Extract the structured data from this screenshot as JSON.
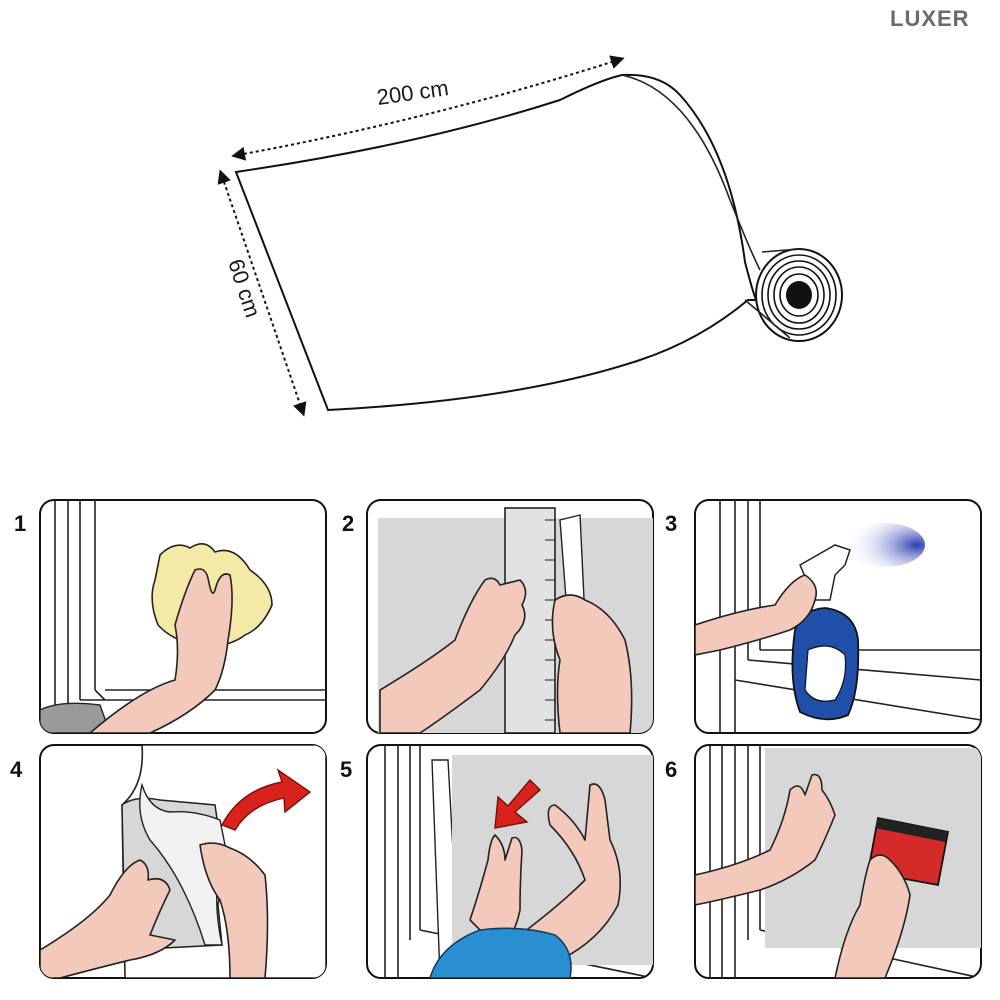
{
  "brand": {
    "logo_text": "LUXER"
  },
  "dimensions": {
    "length_label": "200 cm",
    "width_label": "60 cm"
  },
  "steps": [
    {
      "number": "1",
      "icon": "cleaning-cloth-icon"
    },
    {
      "number": "2",
      "icon": "ruler-cutter-icon"
    },
    {
      "number": "3",
      "icon": "spray-bottle-icon"
    },
    {
      "number": "4",
      "icon": "peel-backing-icon"
    },
    {
      "number": "5",
      "icon": "apply-film-icon"
    },
    {
      "number": "6",
      "icon": "squeegee-icon"
    }
  ],
  "colors": {
    "arrow": "#d7231b",
    "spray_bottle": "#1f4fa8",
    "squeegee": "#d42a2a",
    "sleeve": "#2a8fd0",
    "skin": "#f3c9bc",
    "film": "#d7d7d7"
  }
}
